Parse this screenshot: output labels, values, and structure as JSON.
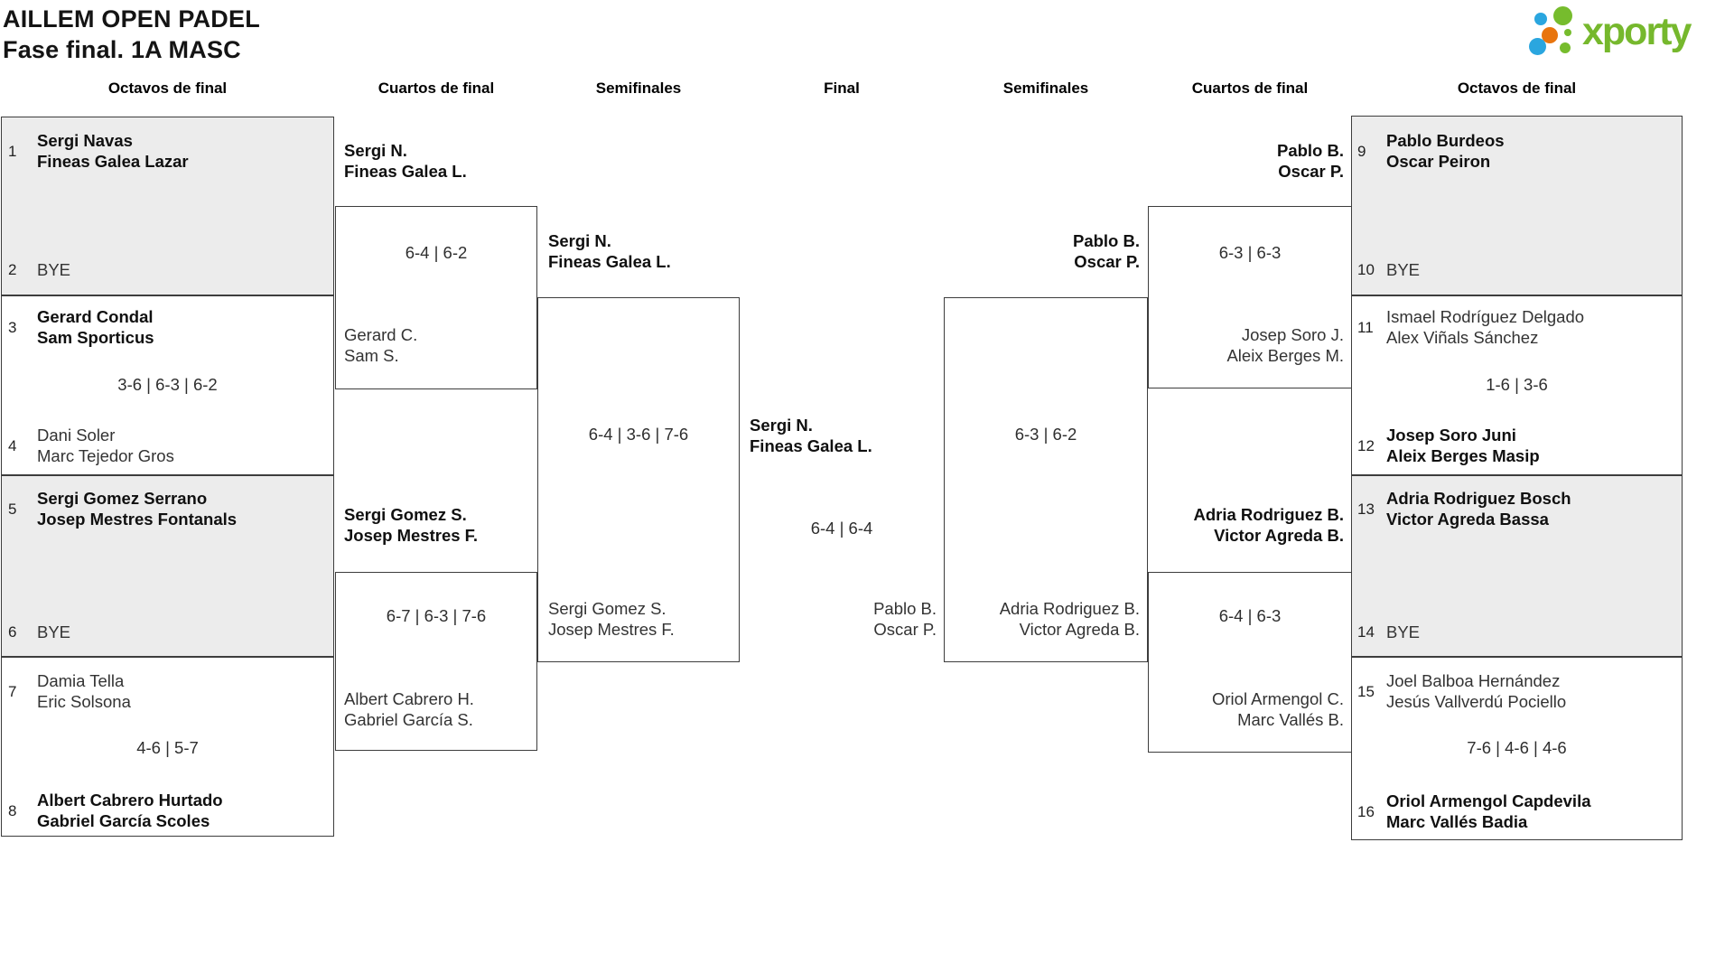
{
  "title": {
    "line1": "AILLEM OPEN PADEL",
    "line2": "Fase final. 1A MASC"
  },
  "logo": {
    "text": "xporty",
    "green": "#76bc2d",
    "blue": "#2aa6df",
    "orange": "#e8750e"
  },
  "colors": {
    "box_fill": "#ececec",
    "border": "#3d3d3d",
    "background": "#ffffff"
  },
  "rounds": [
    "Octavos de final",
    "Cuartos de final",
    "Semifinales",
    "Final",
    "Semifinales",
    "Cuartos de final",
    "Octavos de final"
  ],
  "bracket": {
    "octavos_left": [
      {
        "top": {
          "seed": "1",
          "line1": "Sergi Navas",
          "line2": "Fineas Galea Lazar"
        },
        "score": "",
        "bottom": {
          "seed": "2",
          "line1": "BYE"
        }
      },
      {
        "top": {
          "seed": "3",
          "line1": "Gerard Condal",
          "line2": "Sam Sporticus"
        },
        "score": "3-6 | 6-3 | 6-2",
        "bottom": {
          "seed": "4",
          "line1": "Dani Soler",
          "line2": "Marc Tejedor Gros"
        }
      },
      {
        "top": {
          "seed": "5",
          "line1": "Sergi Gomez Serrano",
          "line2": "Josep Mestres Fontanals"
        },
        "score": "",
        "bottom": {
          "seed": "6",
          "line1": "BYE"
        }
      },
      {
        "top": {
          "seed": "7",
          "line1": "Damia Tella",
          "line2": "Eric Solsona"
        },
        "score": "4-6 | 5-7",
        "bottom": {
          "seed": "8",
          "line1": "Albert Cabrero Hurtado",
          "line2": "Gabriel García Scoles"
        }
      }
    ],
    "cuartos_left": [
      {
        "top": {
          "line1": "Sergi N.",
          "line2": "Fineas Galea L."
        },
        "score": "6-4 | 6-2",
        "bottom": {
          "line1": "Gerard C.",
          "line2": "Sam S."
        }
      },
      {
        "top": {
          "line1": "Sergi Gomez S.",
          "line2": "Josep Mestres F."
        },
        "score": "6-7 | 6-3 | 7-6",
        "bottom": {
          "line1": "Albert Cabrero H.",
          "line2": "Gabriel García S."
        }
      }
    ],
    "semifinal_left": {
      "top": {
        "line1": "Sergi N.",
        "line2": "Fineas Galea L."
      },
      "score": "6-4 | 3-6 | 7-6",
      "bottom": {
        "line1": "Sergi Gomez S.",
        "line2": "Josep Mestres F."
      }
    },
    "final": {
      "top": {
        "line1": "Sergi N.",
        "line2": "Fineas Galea L."
      },
      "score": "6-4 | 6-4",
      "bottom": {
        "line1": "Pablo B.",
        "line2": "Oscar P."
      }
    },
    "semifinal_right": {
      "top": {
        "line1": "Pablo B.",
        "line2": "Oscar P."
      },
      "score": "6-3 | 6-2",
      "bottom": {
        "line1": "Adria Rodriguez B.",
        "line2": "Victor Agreda B."
      }
    },
    "cuartos_right": [
      {
        "top": {
          "line1": "Pablo B.",
          "line2": "Oscar P."
        },
        "score": "6-3 | 6-3",
        "bottom": {
          "line1": "Josep Soro J.",
          "line2": "Aleix Berges M."
        }
      },
      {
        "top": {
          "line1": "Adria Rodriguez B.",
          "line2": "Victor Agreda B."
        },
        "score": "6-4 | 6-3",
        "bottom": {
          "line1": "Oriol Armengol C.",
          "line2": "Marc Vallés B."
        }
      }
    ],
    "octavos_right": [
      {
        "top": {
          "seed": "9",
          "line1": "Pablo Burdeos",
          "line2": "Oscar Peiron"
        },
        "score": "",
        "bottom": {
          "seed": "10",
          "line1": "BYE"
        }
      },
      {
        "top": {
          "seed": "11",
          "line1": "Ismael Rodríguez Delgado",
          "line2": "Alex Viñals Sánchez"
        },
        "score": "1-6 | 3-6",
        "bottom": {
          "seed": "12",
          "line1": "Josep Soro Juni",
          "line2": "Aleix Berges Masip"
        }
      },
      {
        "top": {
          "seed": "13",
          "line1": "Adria Rodriguez Bosch",
          "line2": "Victor Agreda Bassa"
        },
        "score": "",
        "bottom": {
          "seed": "14",
          "line1": "BYE"
        }
      },
      {
        "top": {
          "seed": "15",
          "line1": "Joel Balboa Hernández",
          "line2": "Jesús Vallverdú Pociello"
        },
        "score": "7-6 | 4-6 | 4-6",
        "bottom": {
          "seed": "16",
          "line1": "Oriol Armengol Capdevila",
          "line2": "Marc Vallés Badia"
        }
      }
    ]
  }
}
